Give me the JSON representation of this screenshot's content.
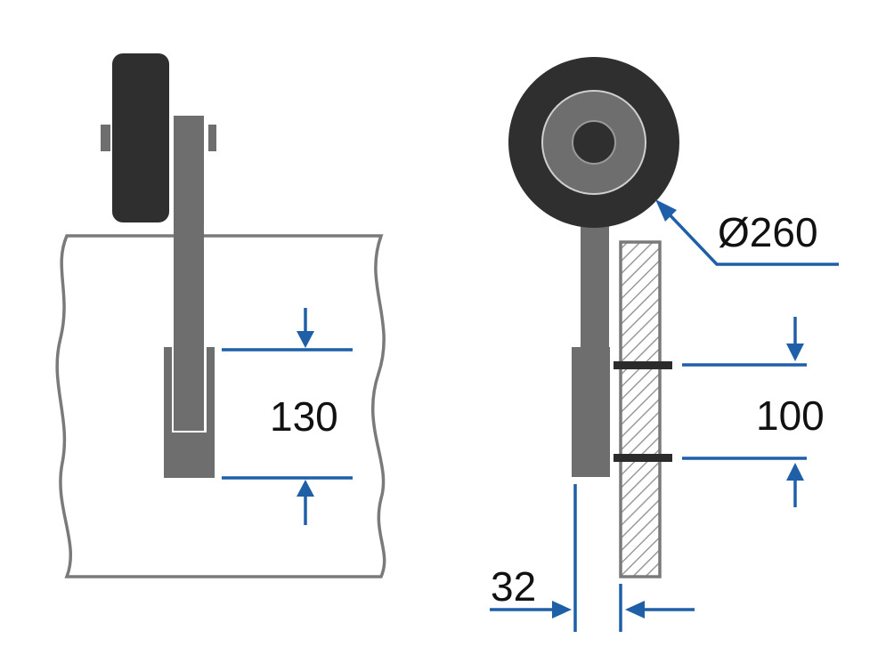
{
  "labels": {
    "left_height": "130",
    "right_spacing": "100",
    "wheel_diameter": "Ø260",
    "offset": "32"
  },
  "colors": {
    "dimension_blue": "#1f5fa8",
    "tire_dark": "#2f2f2f",
    "steel_gray": "#6e6e6e",
    "outline_gray": "#7a7a7a",
    "hatch_gray": "#9a9a9a"
  }
}
